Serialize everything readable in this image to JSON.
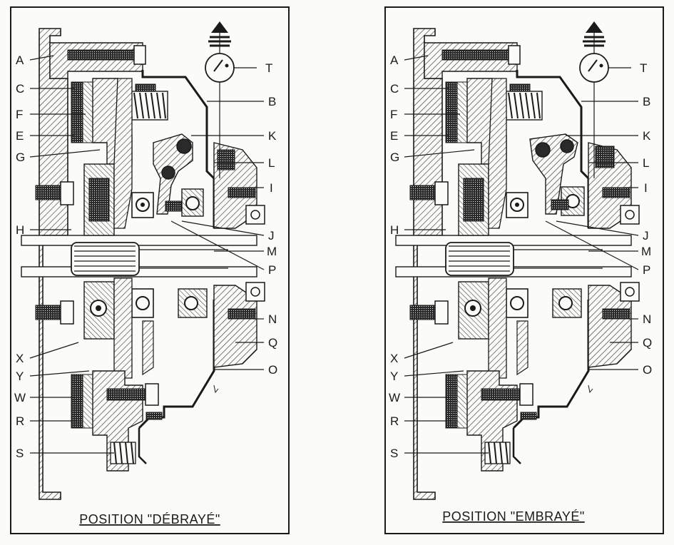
{
  "colors": {
    "ink": "#1a1a1a",
    "paper": "#fbfbf8",
    "hatch": "#3a3a3a",
    "dark_fill": "#2a2a2a"
  },
  "panels": [
    {
      "caption": "POSITION \"DÉBRAYÉ\"",
      "labels_left": [
        "A",
        "C",
        "F",
        "E",
        "G",
        "H",
        "X",
        "Y",
        "W",
        "R",
        "S"
      ],
      "labels_right": [
        "T",
        "B",
        "K",
        "L",
        "I",
        "J",
        "M",
        "P",
        "N",
        "Q",
        "O"
      ]
    },
    {
      "caption": "POSITION \"EMBRAYÉ\"",
      "labels_left": [
        "A",
        "C",
        "F",
        "E",
        "G",
        "H",
        "X",
        "Y",
        "W",
        "R",
        "S"
      ],
      "labels_right": [
        "T",
        "B",
        "K",
        "L",
        "I",
        "J",
        "M",
        "P",
        "N",
        "Q",
        "O"
      ]
    }
  ]
}
